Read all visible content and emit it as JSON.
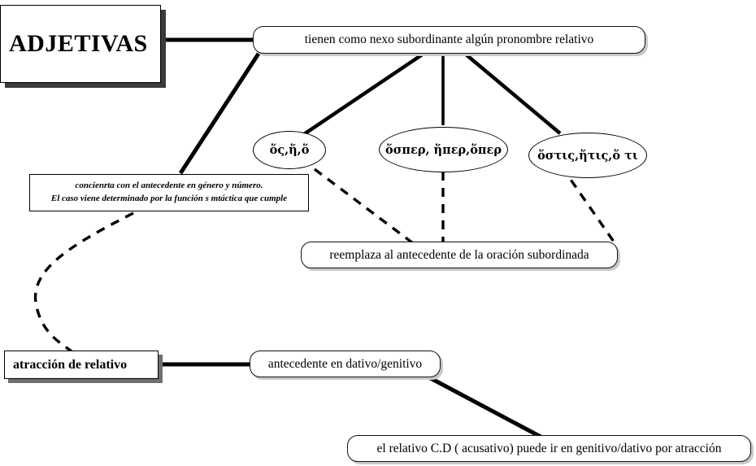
{
  "diagram": {
    "title": "ADJETIVAS",
    "nodes": {
      "adjetivas": {
        "label": "ADJETIVAS",
        "shape": "rectangle"
      },
      "nexo": {
        "label": "tienen como nexo subordinante algún pronombre relativo",
        "shape": "rounded-rectangle"
      },
      "pron_os": {
        "label": "ὅς,ἥ,ὅ",
        "shape": "ellipse"
      },
      "pron_osper": {
        "label": "ὅσπερ, ἥπερ,ὅπερ",
        "shape": "ellipse"
      },
      "pron_ostis": {
        "label": "ὅστις,ἥτις,ὅ τι",
        "shape": "ellipse"
      },
      "concordancia": {
        "line1": "concienrta con el antecedente en género y número.",
        "line2": "El caso viene determinado por la función s mtáctica que cumple",
        "shape": "rectangle"
      },
      "reemplaza": {
        "label": "reemplaza al antecedente de la oración subordinada",
        "shape": "rounded-rectangle"
      },
      "atraccion": {
        "label": "atracción de relativo",
        "shape": "rectangle"
      },
      "dativo_genitivo": {
        "label": "antecedente en dativo/genitivo",
        "shape": "rounded-rectangle"
      },
      "relativo_cd": {
        "label": "el relativo C.D ( acusativo) puede ir en genitivo/dativo por atracción",
        "shape": "rounded-rectangle"
      }
    },
    "edges": [
      {
        "name": "edge-adjetivas-to-nexo",
        "style": "solid",
        "from": "adjetivas",
        "to": "nexo"
      },
      {
        "name": "edge-nexo-to-concordancia",
        "style": "solid",
        "from": "nexo",
        "to": "concordancia"
      },
      {
        "name": "edge-nexo-to-pron-os",
        "style": "solid",
        "from": "nexo",
        "to": "pron_os"
      },
      {
        "name": "edge-nexo-to-pron-osper",
        "style": "solid",
        "from": "nexo",
        "to": "pron_osper"
      },
      {
        "name": "edge-nexo-to-pron-ostis",
        "style": "solid",
        "from": "nexo",
        "to": "pron_ostis"
      },
      {
        "name": "edge-pron-os-to-reemplaza",
        "style": "dashed",
        "from": "pron_os",
        "to": "reemplaza"
      },
      {
        "name": "edge-pron-osper-to-reemplaza",
        "style": "dashed",
        "from": "pron_osper",
        "to": "reemplaza"
      },
      {
        "name": "edge-pron-ostis-to-reemplaza",
        "style": "dashed",
        "from": "pron_ostis",
        "to": "reemplaza"
      },
      {
        "name": "edge-concordancia-to-atraccion",
        "style": "dashed-curve",
        "from": "concordancia",
        "to": "atraccion"
      },
      {
        "name": "edge-atraccion-to-dativo-genitivo",
        "style": "solid",
        "from": "atraccion",
        "to": "dativo_genitivo"
      },
      {
        "name": "edge-dativo-genitivo-to-relativo-cd",
        "style": "solid",
        "from": "dativo_genitivo",
        "to": "relativo_cd"
      }
    ],
    "colors": {
      "background": "#ffffff",
      "stroke": "#000000",
      "text": "#000000",
      "shadow_dark": "#3a3a3a",
      "shadow_light": "#c9c9c9"
    }
  }
}
